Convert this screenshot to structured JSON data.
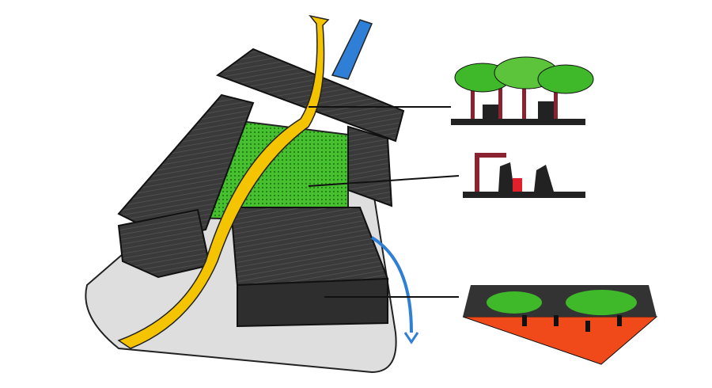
{
  "colors": {
    "roof": "#3a3a3a",
    "ground": "#dcdcdc",
    "courtyard": "#3fb82a",
    "airflow_warm": "#f5c400",
    "airflow_cool": "#2f7fd6",
    "plaza": "#f04a1a",
    "accent_red": "#b0202a"
  },
  "icons": [
    "airflow-arrow-warm",
    "airflow-arrow-cool",
    "tree-vignette",
    "courtyard-vignette",
    "plaza-vignette"
  ]
}
